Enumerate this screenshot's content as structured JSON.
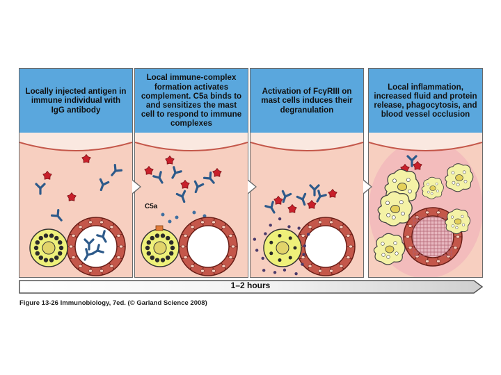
{
  "panels": [
    {
      "header": "Locally injected antigen in immune individual with IgG antibody"
    },
    {
      "header": "Local immune-complex formation activates complement. C5a binds to and sensitizes the mast cell to respond to immune complexes",
      "label": "C5a"
    },
    {
      "header": "Activation of FcγRIII on mast cells induces their degranulation"
    },
    {
      "header": "Local inflammation, increased fluid and protein release, phagocytosis, and blood vessel occlusion"
    }
  ],
  "timeline": {
    "label": "1–2 hours"
  },
  "caption": "Figure 13-26 Immunobiology, 7ed. (© Garland Science 2008)",
  "colors": {
    "header_blue": "#5aa7dd",
    "tissue": "#f7cfc0",
    "inflamed_tissue": "#f3bcbc",
    "vessel": "#c4574a",
    "antigen": "#c8202b",
    "antibody": "#2d5a8a",
    "mast_cell": "#eef07a",
    "granule": "#2a2a2a",
    "macrophage": "#f4f2a6"
  }
}
